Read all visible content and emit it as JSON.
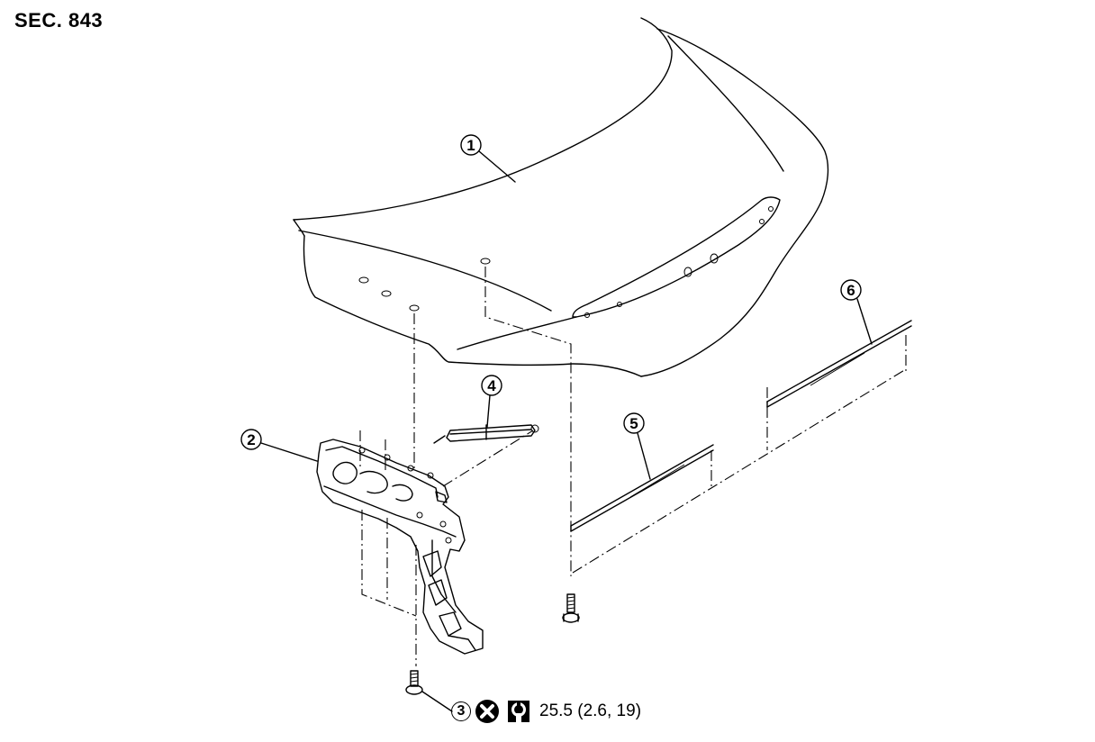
{
  "section": {
    "title": "SEC. 843"
  },
  "callouts": [
    {
      "id": "1",
      "part": "trunk-lid"
    },
    {
      "id": "2",
      "part": "trunk-lid-hinge"
    },
    {
      "id": "3",
      "part": "bolt"
    },
    {
      "id": "4",
      "part": "gas-stay"
    },
    {
      "id": "5",
      "part": "weatherstrip-left"
    },
    {
      "id": "6",
      "part": "weatherstrip-right"
    }
  ],
  "legend": {
    "callout_number": "3",
    "do_not_reuse_icon": "x-circle-icon",
    "torque_icon": "torque-wrench-icon",
    "torque_value": "25.5 (2.6, 19)"
  }
}
